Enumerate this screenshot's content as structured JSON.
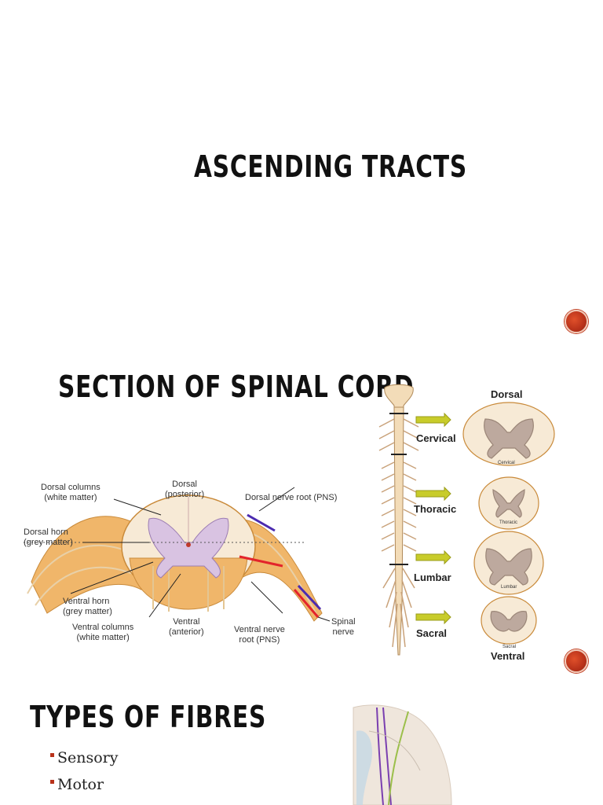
{
  "slide1": {
    "title": "ASCENDING TRACTS"
  },
  "slide2": {
    "title": "SECTION OF SPINAL CORD",
    "cross_section_labels": {
      "dorsal_columns": "Dorsal columns\n(white matter)",
      "dorsal": "Dorsal\n(posterior)",
      "dorsal_root": "Dorsal nerve root (PNS)",
      "dorsal_horn": "Dorsal horn\n(grey matter)",
      "ventral_horn": "Ventral horn\n(grey matter)",
      "ventral_columns": "Ventral columns\n(white matter)",
      "ventral": "Ventral\n(anterior)",
      "ventral_root": "Ventral nerve\nroot (PNS)",
      "spinal_nerve": "Spinal\nnerve"
    },
    "segments": {
      "dorsal_heading": "Dorsal",
      "ventral_heading": "Ventral",
      "items": [
        {
          "label": "Cervical",
          "caption": "Cervical"
        },
        {
          "label": "Thoracic",
          "caption": "Thoracic"
        },
        {
          "label": "Lumbar",
          "caption": "Lumbar"
        },
        {
          "label": "Sacral",
          "caption": "Sacral"
        }
      ]
    }
  },
  "slide3": {
    "title": "TYPES OF FIBRES",
    "bullets": [
      "Sensory",
      "Motor"
    ]
  },
  "colors": {
    "accent": "#b8321a",
    "nerve": "#f0b66a",
    "grey_matter": "#c9a9c9",
    "arrow": "#c8cc2a"
  }
}
